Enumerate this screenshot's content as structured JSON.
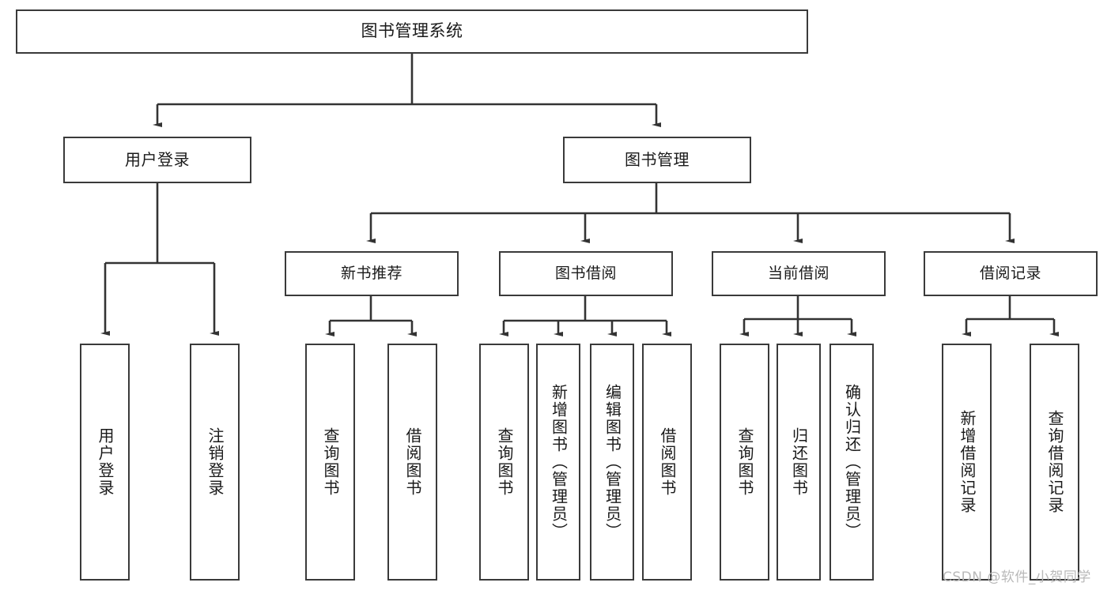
{
  "diagram": {
    "type": "tree-hierarchy",
    "title": "图书管理系统",
    "watermark": "CSDN @软件_小贺同学",
    "colors": {
      "background": "#ffffff",
      "box_border": "#3a3a3a",
      "box_fill": "#ffffff",
      "edge": "#333333",
      "text": "#1a1a1a",
      "watermark": "#b9b9b9"
    },
    "nodes": {
      "root": {
        "label": "图书管理系统"
      },
      "level2": [
        {
          "label": "用户登录"
        },
        {
          "label": "图书管理"
        }
      ],
      "level3": [
        {
          "label": "新书推荐"
        },
        {
          "label": "图书借阅"
        },
        {
          "label": "当前借阅"
        },
        {
          "label": "借阅记录"
        }
      ],
      "leaves": {
        "user_login": [
          {
            "label": "用户登录"
          },
          {
            "label": "注销登录"
          }
        ],
        "new_book_recommend": [
          {
            "label": "查询图书"
          },
          {
            "label": "借阅图书"
          }
        ],
        "book_borrow": [
          {
            "label": "查询图书"
          },
          {
            "label": "新增图书（管理员）"
          },
          {
            "label": "编辑图书（管理员）"
          },
          {
            "label": "借阅图书"
          }
        ],
        "current_borrow": [
          {
            "label": "查询图书"
          },
          {
            "label": "归还图书"
          },
          {
            "label": "确认归还（管理员）"
          }
        ],
        "borrow_record": [
          {
            "label": "新增借阅记录"
          },
          {
            "label": "查询借阅记录"
          }
        ]
      }
    }
  }
}
